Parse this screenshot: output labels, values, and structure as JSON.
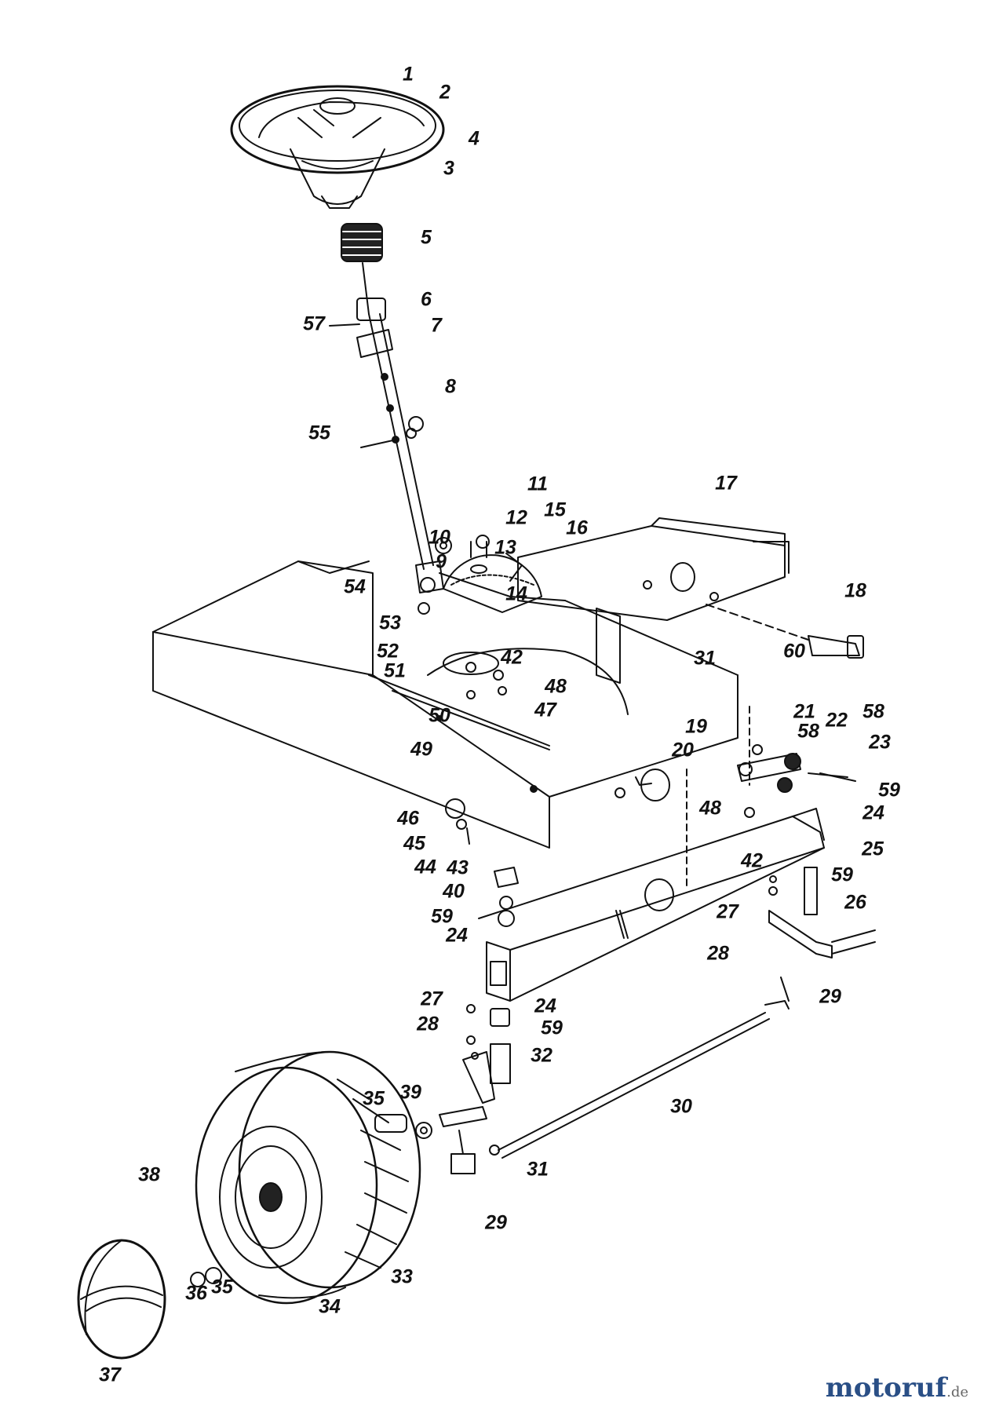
{
  "diagram": {
    "labels": [
      "1",
      "2",
      "3",
      "4",
      "5",
      "6",
      "7",
      "8",
      "9",
      "10",
      "11",
      "12",
      "13",
      "14",
      "15",
      "16",
      "17",
      "18",
      "19",
      "20",
      "21",
      "22",
      "23",
      "24",
      "25",
      "26",
      "27",
      "28",
      "29",
      "30",
      "31",
      "32",
      "33",
      "34",
      "35",
      "36",
      "37",
      "38",
      "39",
      "40",
      "42",
      "43",
      "44",
      "45",
      "46",
      "47",
      "48",
      "49",
      "50",
      "51",
      "52",
      "53",
      "54",
      "55",
      "57",
      "58",
      "59",
      "60"
    ],
    "callouts": [
      {
        "id": "c1",
        "text": "1"
      },
      {
        "id": "c2",
        "text": "2"
      },
      {
        "id": "c3",
        "text": "3"
      },
      {
        "id": "c4",
        "text": "4"
      },
      {
        "id": "c5",
        "text": "5"
      },
      {
        "id": "c6",
        "text": "6"
      },
      {
        "id": "c7",
        "text": "7"
      },
      {
        "id": "c57",
        "text": "57"
      },
      {
        "id": "c8",
        "text": "8"
      },
      {
        "id": "c55",
        "text": "55"
      },
      {
        "id": "c11",
        "text": "11"
      },
      {
        "id": "c15",
        "text": "15"
      },
      {
        "id": "c12",
        "text": "12"
      },
      {
        "id": "c16",
        "text": "16"
      },
      {
        "id": "c10",
        "text": "10"
      },
      {
        "id": "c13",
        "text": "13"
      },
      {
        "id": "c9",
        "text": "9"
      },
      {
        "id": "c17",
        "text": "17"
      },
      {
        "id": "c18",
        "text": "18"
      },
      {
        "id": "c54",
        "text": "54"
      },
      {
        "id": "c14",
        "text": "14"
      },
      {
        "id": "c53",
        "text": "53"
      },
      {
        "id": "c52",
        "text": "52"
      },
      {
        "id": "c51",
        "text": "51"
      },
      {
        "id": "c42a",
        "text": "42"
      },
      {
        "id": "c31a",
        "text": "31"
      },
      {
        "id": "c60",
        "text": "60"
      },
      {
        "id": "c48a",
        "text": "48"
      },
      {
        "id": "c50",
        "text": "50"
      },
      {
        "id": "c47",
        "text": "47"
      },
      {
        "id": "c49",
        "text": "49"
      },
      {
        "id": "c19",
        "text": "19"
      },
      {
        "id": "c20",
        "text": "20"
      },
      {
        "id": "c21",
        "text": "21"
      },
      {
        "id": "c58a",
        "text": "58"
      },
      {
        "id": "c22",
        "text": "22"
      },
      {
        "id": "c58b",
        "text": "58"
      },
      {
        "id": "c23",
        "text": "23"
      },
      {
        "id": "c59a",
        "text": "59"
      },
      {
        "id": "c48b",
        "text": "48"
      },
      {
        "id": "c24a",
        "text": "24"
      },
      {
        "id": "c25",
        "text": "25"
      },
      {
        "id": "c46",
        "text": "46"
      },
      {
        "id": "c45",
        "text": "45"
      },
      {
        "id": "c44",
        "text": "44"
      },
      {
        "id": "c43",
        "text": "43"
      },
      {
        "id": "c42b",
        "text": "42"
      },
      {
        "id": "c59b",
        "text": "59"
      },
      {
        "id": "c26",
        "text": "26"
      },
      {
        "id": "c40",
        "text": "40"
      },
      {
        "id": "c59c",
        "text": "59"
      },
      {
        "id": "c24b",
        "text": "24"
      },
      {
        "id": "c27a",
        "text": "27"
      },
      {
        "id": "c28a",
        "text": "28"
      },
      {
        "id": "c29a",
        "text": "29"
      },
      {
        "id": "c27b",
        "text": "27"
      },
      {
        "id": "c24c",
        "text": "24"
      },
      {
        "id": "c28b",
        "text": "28"
      },
      {
        "id": "c59d",
        "text": "59"
      },
      {
        "id": "c32",
        "text": "32"
      },
      {
        "id": "c30",
        "text": "30"
      },
      {
        "id": "c35a",
        "text": "35"
      },
      {
        "id": "c39",
        "text": "39"
      },
      {
        "id": "c31b",
        "text": "31"
      },
      {
        "id": "c38",
        "text": "38"
      },
      {
        "id": "c29b",
        "text": "29"
      },
      {
        "id": "c36",
        "text": "36"
      },
      {
        "id": "c35b",
        "text": "35"
      },
      {
        "id": "c33",
        "text": "33"
      },
      {
        "id": "c34",
        "text": "34"
      },
      {
        "id": "c37",
        "text": "37"
      }
    ]
  },
  "watermark": {
    "brand": "motoruf",
    "suffix": ".de",
    "colors": [
      "#2a4f86",
      "#e44444",
      "#ff9900",
      "#33aa33",
      "#3366cc"
    ]
  }
}
